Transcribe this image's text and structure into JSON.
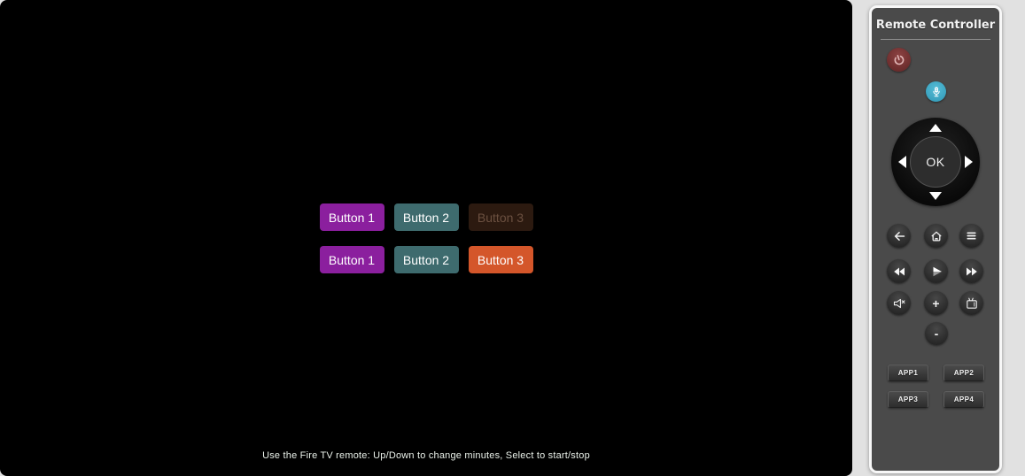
{
  "screen": {
    "button_rows": [
      {
        "buttons": [
          {
            "label": "Button 1",
            "bg": "#8b1f9e",
            "fg": "#ffffff",
            "state": "enabled"
          },
          {
            "label": "Button 2",
            "bg": "#3e6b6e",
            "fg": "#ffffff",
            "state": "enabled"
          },
          {
            "label": "Button 3",
            "bg": "#2c1a10",
            "fg": "#6b5040",
            "state": "disabled"
          }
        ]
      },
      {
        "buttons": [
          {
            "label": "Button 1",
            "bg": "#8b1f9e",
            "fg": "#ffffff",
            "state": "enabled"
          },
          {
            "label": "Button 2",
            "bg": "#3e6b6e",
            "fg": "#ffffff",
            "state": "enabled"
          },
          {
            "label": "Button 3",
            "bg": "#d4562a",
            "fg": "#ffffff",
            "state": "enabled"
          }
        ]
      }
    ],
    "hint": "Use the Fire TV remote: Up/Down to change minutes, Select to start/stop"
  },
  "remote": {
    "title": "Remote Controller",
    "dpad": {
      "ok_label": "OK"
    },
    "volume_up_label": "+",
    "volume_down_label": "-",
    "app_buttons": [
      {
        "label": "APP1"
      },
      {
        "label": "APP2"
      },
      {
        "label": "APP3"
      },
      {
        "label": "APP4"
      }
    ],
    "icons": [
      "power-icon",
      "microphone-icon",
      "dpad-up-icon",
      "dpad-down-icon",
      "dpad-left-icon",
      "dpad-right-icon",
      "back-icon",
      "home-icon",
      "menu-icon",
      "rewind-icon",
      "play-icon",
      "fast-forward-icon",
      "mute-icon",
      "tv-icon"
    ],
    "colors": {
      "screen_bg": "#000000",
      "panel_bg": "#e1e1e1",
      "remote_body": "#4a4a4a",
      "power_button_bg": "#7b3434",
      "power_icon": "#e2b7b7",
      "voice_button_bg": "#41adca",
      "dpad_bg": "#101010",
      "button_purple": "#8b1f9e",
      "button_teal": "#3e6b6e",
      "button_orange": "#d4562a"
    }
  }
}
